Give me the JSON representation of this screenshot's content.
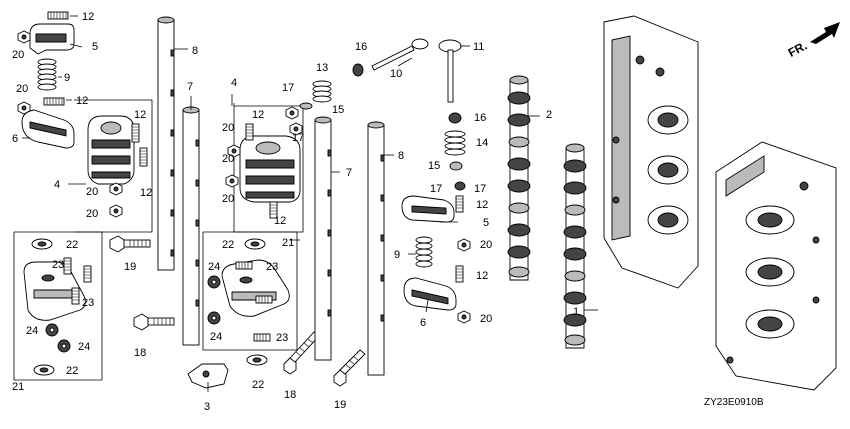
{
  "diagram": {
    "code": "ZY23E0910B",
    "front_marker": "FR.",
    "callouts": {
      "c1": "1",
      "c2": "2",
      "c3": "3",
      "c4a": "4",
      "c4b": "4",
      "c5a": "5",
      "c5b": "5",
      "c6a": "6",
      "c6b": "6",
      "c7a": "7",
      "c7b": "7",
      "c8a": "8",
      "c8b": "8",
      "c9a": "9",
      "c9b": "9",
      "c10": "10",
      "c11": "11",
      "c12a": "12",
      "c12b": "12",
      "c12c": "12",
      "c12d": "12",
      "c12e": "12",
      "c12f": "12",
      "c12g": "12",
      "c12h": "12",
      "c13": "13",
      "c14": "14",
      "c15a": "15",
      "c15b": "15",
      "c16a": "16",
      "c16b": "16",
      "c17a": "17",
      "c17b": "17",
      "c17c": "17",
      "c17d": "17",
      "c18a": "18",
      "c18b": "18",
      "c19a": "19",
      "c19b": "19",
      "c20a": "20",
      "c20b": "20",
      "c20c": "20",
      "c20d": "20",
      "c20e": "20",
      "c20f": "20",
      "c20g": "20",
      "c20h": "20",
      "c20i": "20",
      "c21a": "21",
      "c21b": "21",
      "c22a": "22",
      "c22b": "22",
      "c22c": "22",
      "c22d": "22",
      "c23a": "23",
      "c23b": "23",
      "c23c": "23",
      "c23d": "23",
      "c24a": "24",
      "c24b": "24",
      "c24c": "24",
      "c24d": "24"
    }
  }
}
